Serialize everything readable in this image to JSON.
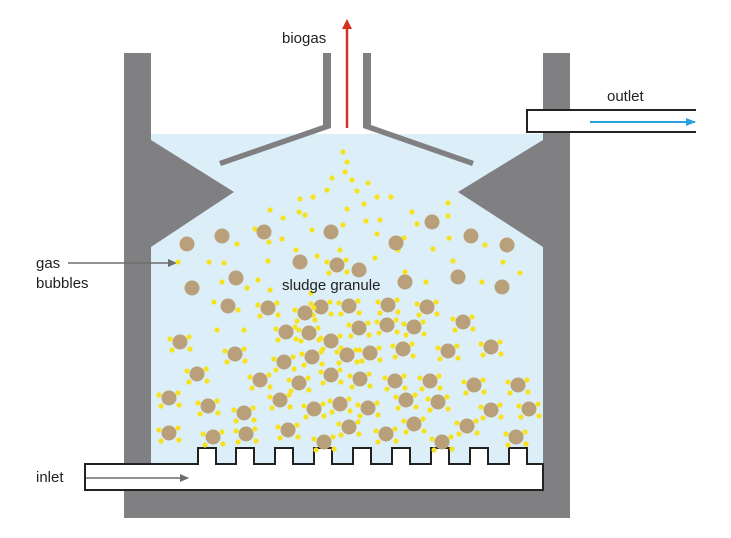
{
  "labels": {
    "biogas": "biogas",
    "outlet": "outlet",
    "gas_bubbles_line1": "gas",
    "gas_bubbles_line2": "bubbles",
    "sludge_granule": "sludge granule",
    "inlet": "inlet"
  },
  "colors": {
    "tank_wall": "#808083",
    "liquid": "#dceef8",
    "granule": "#b9a07a",
    "bubble": "#f7e21f",
    "biogas_arrow": "#d8301f",
    "outlet_arrow": "#2aa3dc",
    "pointer": "#6e6e6e"
  },
  "icons": {
    "biogas": "arrow-up-icon",
    "outlet": "arrow-right-icon",
    "inlet": "arrow-right-icon"
  }
}
